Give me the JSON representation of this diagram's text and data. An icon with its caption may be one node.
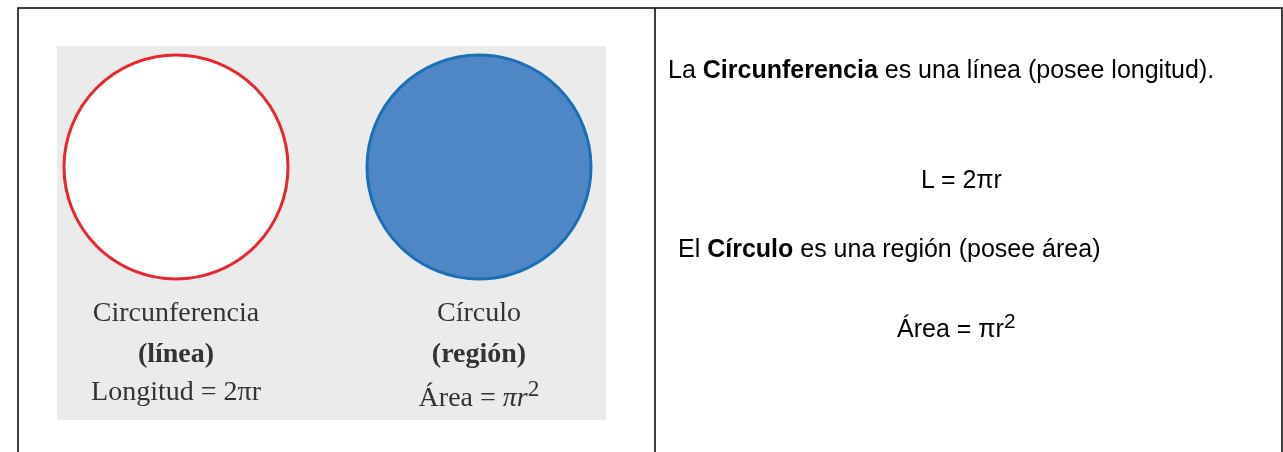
{
  "diagram": {
    "labels": [
      "Circunferencia",
      "(línea)",
      "Longitud = 2πr",
      "Círculo",
      "(región)",
      "Área = *πr*$^{2}$",
      "La **Circunferencia** es una línea (posee longitud).",
      "L = 2πr",
      "El **Círculo** es una región (posee área)",
      "Área = πr$^{2}$"
    ]
  }
}
